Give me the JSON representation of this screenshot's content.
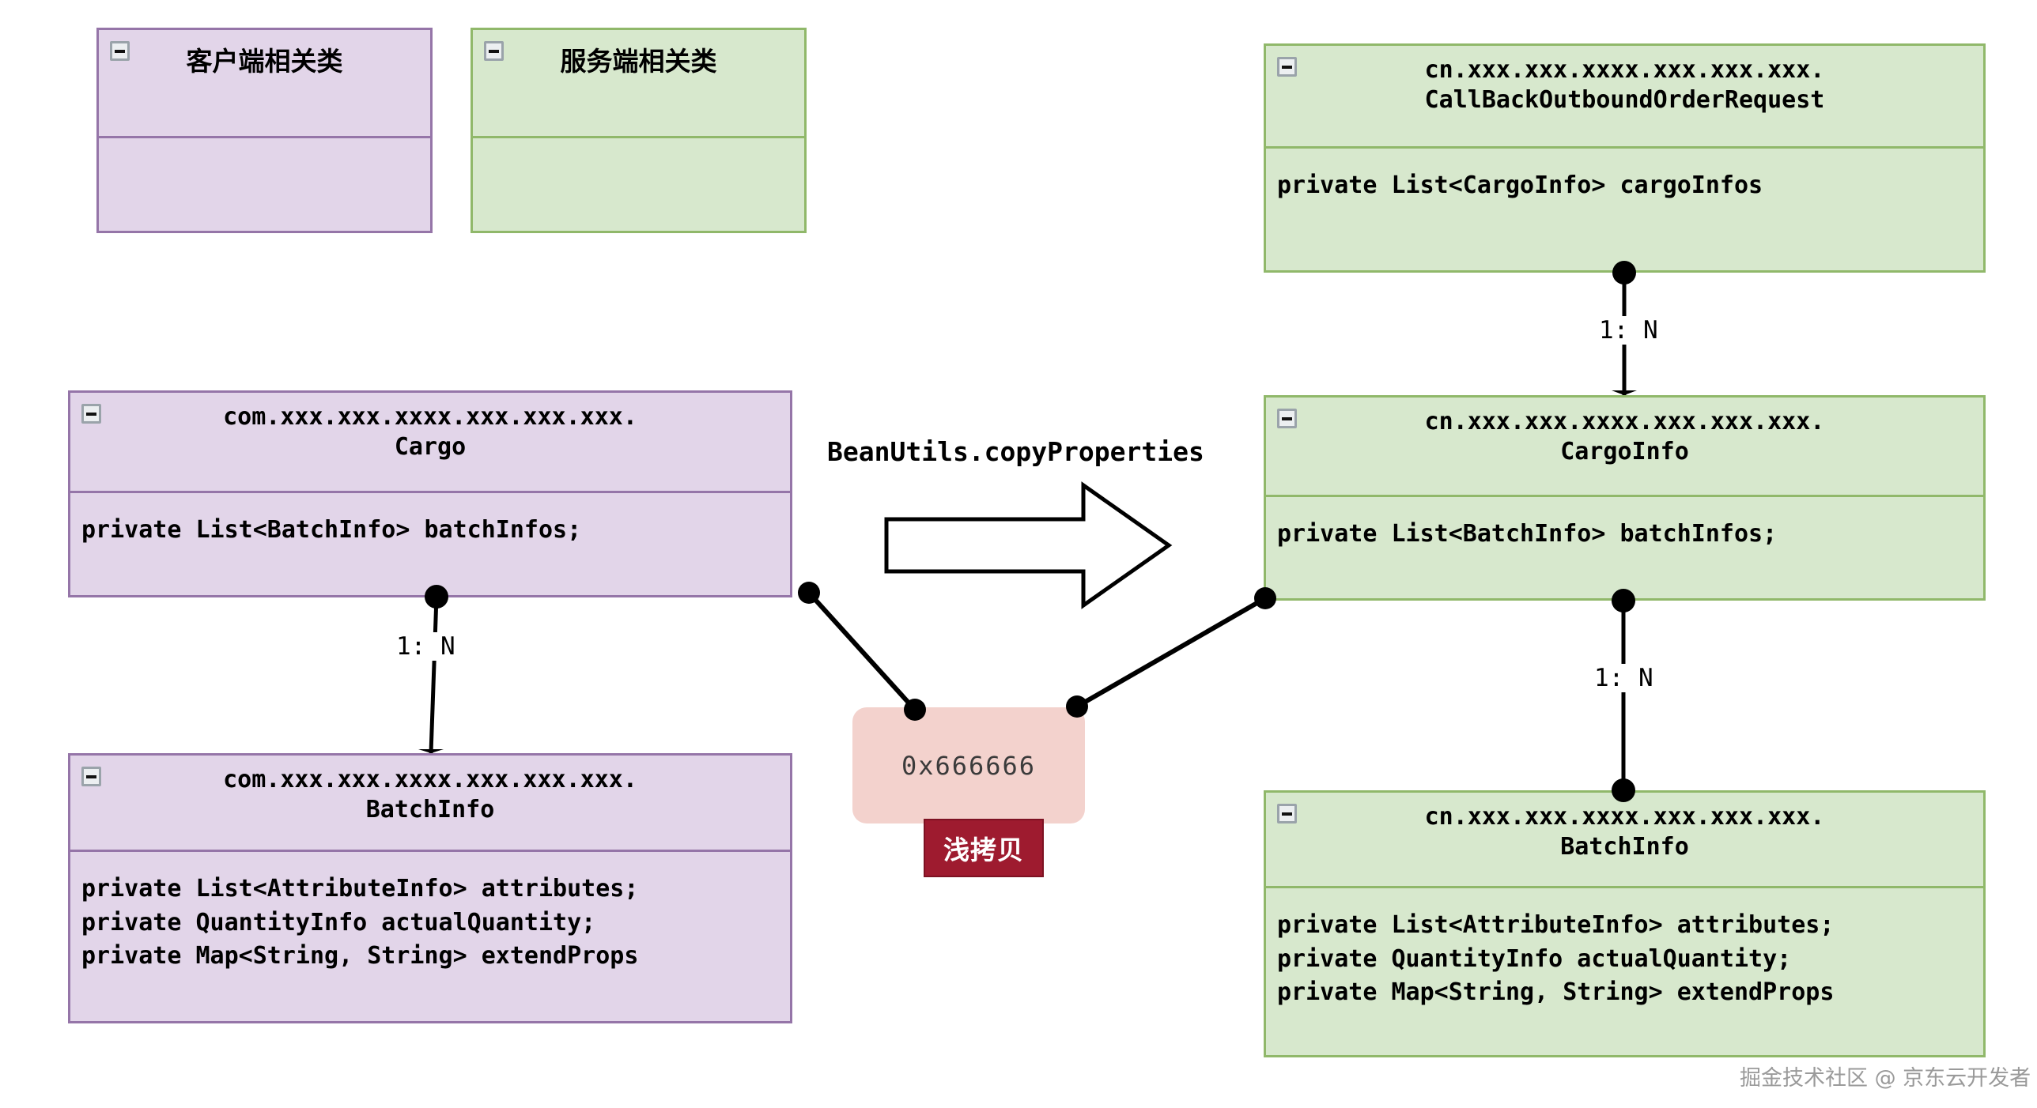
{
  "legend": {
    "client": {
      "title": "客户端相关类",
      "fill": "#e2d5e9",
      "stroke": "#9575a8",
      "icon": "minus-icon"
    },
    "server": {
      "title": "服务端相关类",
      "fill": "#d7e8cd",
      "stroke": "#90b86a",
      "icon": "minus-icon"
    }
  },
  "classes": {
    "cargo": {
      "package": "com.xxx.xxx.xxxx.xxx.xxx.xxx.",
      "name": "Cargo",
      "title": "com.xxx.xxx.xxxx.xxx.xxx.xxx.\nCargo",
      "fields": "private List<BatchInfo> batchInfos;",
      "side": "client"
    },
    "batch_info_client": {
      "package": "com.xxx.xxx.xxxx.xxx.xxx.xxx.",
      "name": "BatchInfo",
      "title": "com.xxx.xxx.xxxx.xxx.xxx.xxx.\nBatchInfo",
      "fields": "private List<AttributeInfo> attributes;\nprivate QuantityInfo actualQuantity;\nprivate Map<String, String> extendProps",
      "side": "client"
    },
    "callback_request": {
      "package": "cn.xxx.xxx.xxxx.xxx.xxx.xxx.",
      "name": "CallBackOutboundOrderRequest",
      "title": "cn.xxx.xxx.xxxx.xxx.xxx.xxx.\nCallBackOutboundOrderRequest",
      "fields": "private List<CargoInfo> cargoInfos",
      "side": "server"
    },
    "cargo_info": {
      "package": "cn.xxx.xxx.xxxx.xxx.xxx.xxx.",
      "name": "CargoInfo",
      "title": "cn.xxx.xxx.xxxx.xxx.xxx.xxx.\nCargoInfo",
      "fields": "private List<BatchInfo> batchInfos;",
      "side": "server"
    },
    "batch_info_server": {
      "package": "cn.xxx.xxx.xxxx.xxx.xxx.xxx.",
      "name": "BatchInfo",
      "title": "cn.xxx.xxx.xxxx.xxx.xxx.xxx.\nBatchInfo",
      "fields": "private List<AttributeInfo> attributes;\nprivate QuantityInfo actualQuantity;\nprivate Map<String, String> extendProps",
      "side": "server"
    }
  },
  "relations": {
    "client_cargo_batch": "1: N",
    "server_request_cargo": "1: N",
    "server_cargo_batch": "1: N"
  },
  "transform": {
    "caption": "BeanUtils.copyProperties",
    "arrow_icon": "right-arrow-icon"
  },
  "memory": {
    "address": "0x666666",
    "badge": "浅拷贝",
    "fill": "#f3d2cd",
    "badge_fill": "#9e1b2f"
  },
  "watermark": {
    "text": "掘金技术社区 @ 京东云开发者"
  }
}
